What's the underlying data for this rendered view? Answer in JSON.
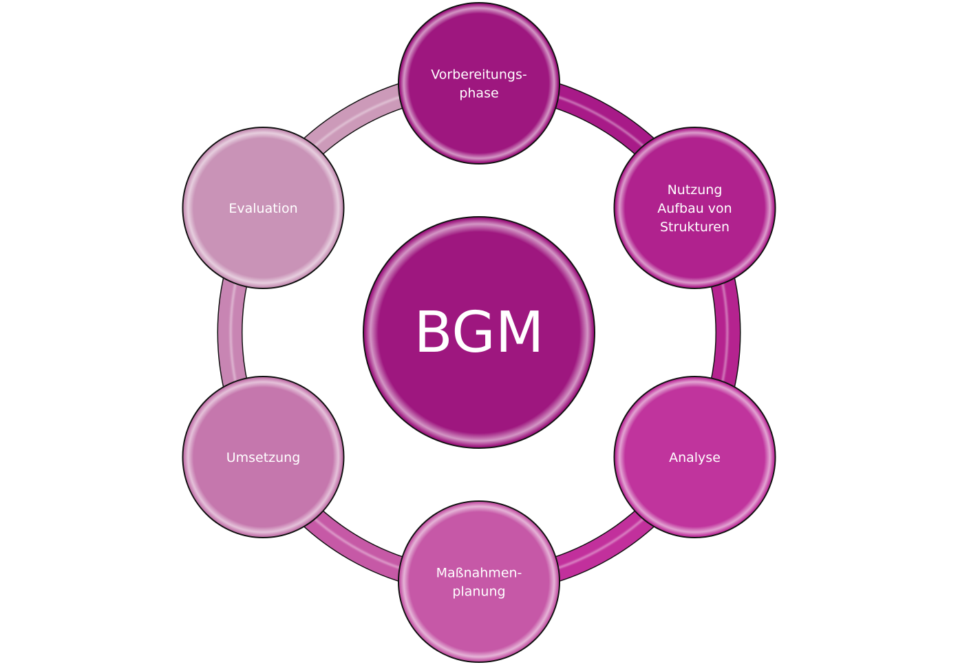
{
  "center": {
    "label": "BGM",
    "color": "#9e177f"
  },
  "ring": {
    "segments": [
      {
        "from": 0,
        "to": 1,
        "color": "#a81a88"
      },
      {
        "from": 1,
        "to": 2,
        "color": "#b5238f"
      },
      {
        "from": 2,
        "to": 3,
        "color": "#c2309c"
      },
      {
        "from": 3,
        "to": 4,
        "color": "#c659a6"
      },
      {
        "from": 4,
        "to": 5,
        "color": "#c885b3"
      },
      {
        "from": 5,
        "to": 0,
        "color": "#cc9ab9"
      }
    ]
  },
  "nodes": [
    {
      "id": "vorbereitungsphase",
      "lines": [
        "Vorbereitungs-",
        "phase"
      ],
      "color": "#9e177f"
    },
    {
      "id": "nutzung-aufbau",
      "lines": [
        "Nutzung",
        "Aufbau von",
        "Strukturen"
      ],
      "color": "#b0228e"
    },
    {
      "id": "analyse",
      "lines": [
        "Analyse"
      ],
      "color": "#c0349d"
    },
    {
      "id": "massnahmenplanung",
      "lines": [
        "Maßnahmen-",
        "planung"
      ],
      "color": "#c658a7"
    },
    {
      "id": "umsetzung",
      "lines": [
        "Umsetzung"
      ],
      "color": "#c577ad"
    },
    {
      "id": "evaluation",
      "lines": [
        "Evaluation"
      ],
      "color": "#c993b7"
    }
  ]
}
